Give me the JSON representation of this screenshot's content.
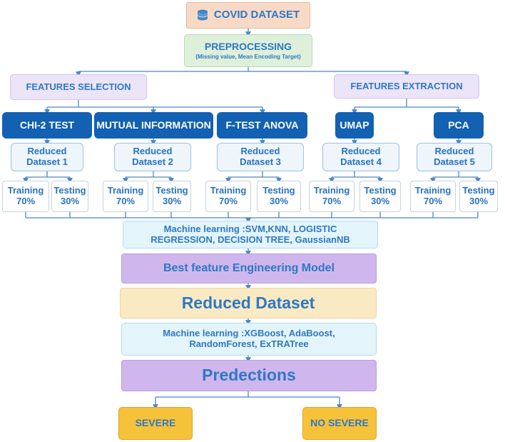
{
  "colors": {
    "accent_blue": "#2f78c4",
    "dark_blue": "#1261b3",
    "connector": "#4c86c8"
  },
  "dataset_box": {
    "icon": "database-icon",
    "label": "COVID DATASET"
  },
  "preprocessing": {
    "title": "PREPROCESSING",
    "detail": "(Missing value, Mean Encoding Target)"
  },
  "selection_header": "FEATURES SELECTION",
  "extraction_header": "FEATURES EXTRACTION",
  "methods": [
    "CHI-2 TEST",
    "MUTUAL INFORMATION",
    "F-TEST ANOVA",
    "UMAP",
    "PCA"
  ],
  "reduced": [
    {
      "line1": "Reduced",
      "line2": "Dataset 1"
    },
    {
      "line1": "Reduced",
      "line2": "Dataset 2"
    },
    {
      "line1": "Reduced",
      "line2": "Dataset 3"
    },
    {
      "line1": "Reduced",
      "line2": "Dataset 4"
    },
    {
      "line1": "Reduced",
      "line2": "Dataset 5"
    }
  ],
  "split": {
    "training": "Training",
    "training_pct": "70%",
    "testing": "Testing",
    "testing_pct": "30%"
  },
  "ml1": {
    "line1": "Machine learning :SVM,KNN, LOGISTIC",
    "line2": "REGRESSION, DECISION TREE, GaussianNB"
  },
  "best_model": "Best feature Engineering Model",
  "reduced_dataset": "Reduced Dataset",
  "ml2": {
    "line1": "Machine learning :XGBoost, AdaBoost,",
    "line2": "RandomForest, ExTRATree"
  },
  "predictions": "Predections",
  "outcomes": {
    "severe": "SEVERE",
    "no_severe": "NO SEVERE"
  }
}
